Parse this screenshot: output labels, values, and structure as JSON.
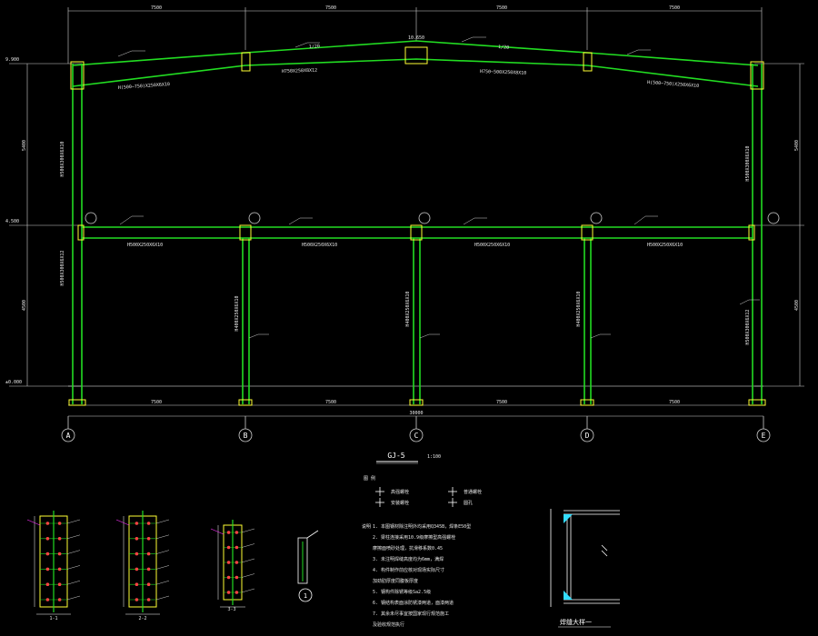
{
  "frame": {
    "title": "GJ-5",
    "scale_note": "1:100",
    "grid_axes": [
      "A",
      "B",
      "C",
      "D",
      "E"
    ],
    "bay_dims": [
      "7500",
      "7500",
      "7500",
      "7500"
    ],
    "total_dim": "30000",
    "top_dims": [
      "7500",
      "7500",
      "7500",
      "7500"
    ],
    "col_height_upper": "5400",
    "col_height_lower": "4500",
    "elev_ground": "±0.000",
    "elev_mezz": "4.500",
    "elev_eave": "9.900",
    "elev_ridge": "10.650",
    "rafter_labels": [
      "H(500~750)X250X6X10",
      "H750X250X8X12",
      "H750~500X250X8X10",
      "H(500~750)X250X6X10"
    ],
    "beam_labels": [
      "H500X250X6X10",
      "H500X250X6X10",
      "H500X250X6X10",
      "H500X250X6X10"
    ],
    "edge_col_upper": [
      "H500X300X6X10",
      "H500X300X6X10"
    ],
    "edge_col_lower": [
      "H500X300X6X12",
      "H500X300X6X12"
    ],
    "interior_cols": [
      "H400X250X6X10",
      "H400X250X6X10",
      "H400X250X6X10"
    ],
    "slope_labels": [
      "1/20",
      "1/20"
    ]
  },
  "legend": {
    "title": "图 例",
    "items": [
      "高强螺栓",
      "安装螺栓",
      "普通螺栓",
      "圆孔"
    ]
  },
  "notes": {
    "title": "说明",
    "lines": [
      "1. 本图钢材除注明外均采用Q345B，焊条E50型",
      "2. 梁柱连接采用10.9级摩擦型高强螺栓",
      "   摩擦面喷砂处理，抗滑移系数0.45",
      "3. 未注明焊缝高度均为6mm，满焊",
      "4. 构件制作前应核对现场实际尺寸",
      "   加劲肋厚度同腹板厚度",
      "5. 钢构件除锈等级Sa2.5级",
      "6. 钢结构表面涂防锈漆两道，面漆两道",
      "7. 其余未尽事宜按国家现行规范施工",
      "   及验收规范执行"
    ]
  },
  "details": {
    "section_labels": [
      "1-1",
      "2-2",
      "3-3"
    ],
    "callout": "1",
    "weld_detail_title": "焊缝大样一"
  },
  "colors": {
    "member": "#22dd22",
    "dim": "#d0d0d0",
    "plate": "#ffff33",
    "bolt": "#ff4444",
    "cyan": "#33ddff",
    "magenta": "#ff33ff"
  }
}
